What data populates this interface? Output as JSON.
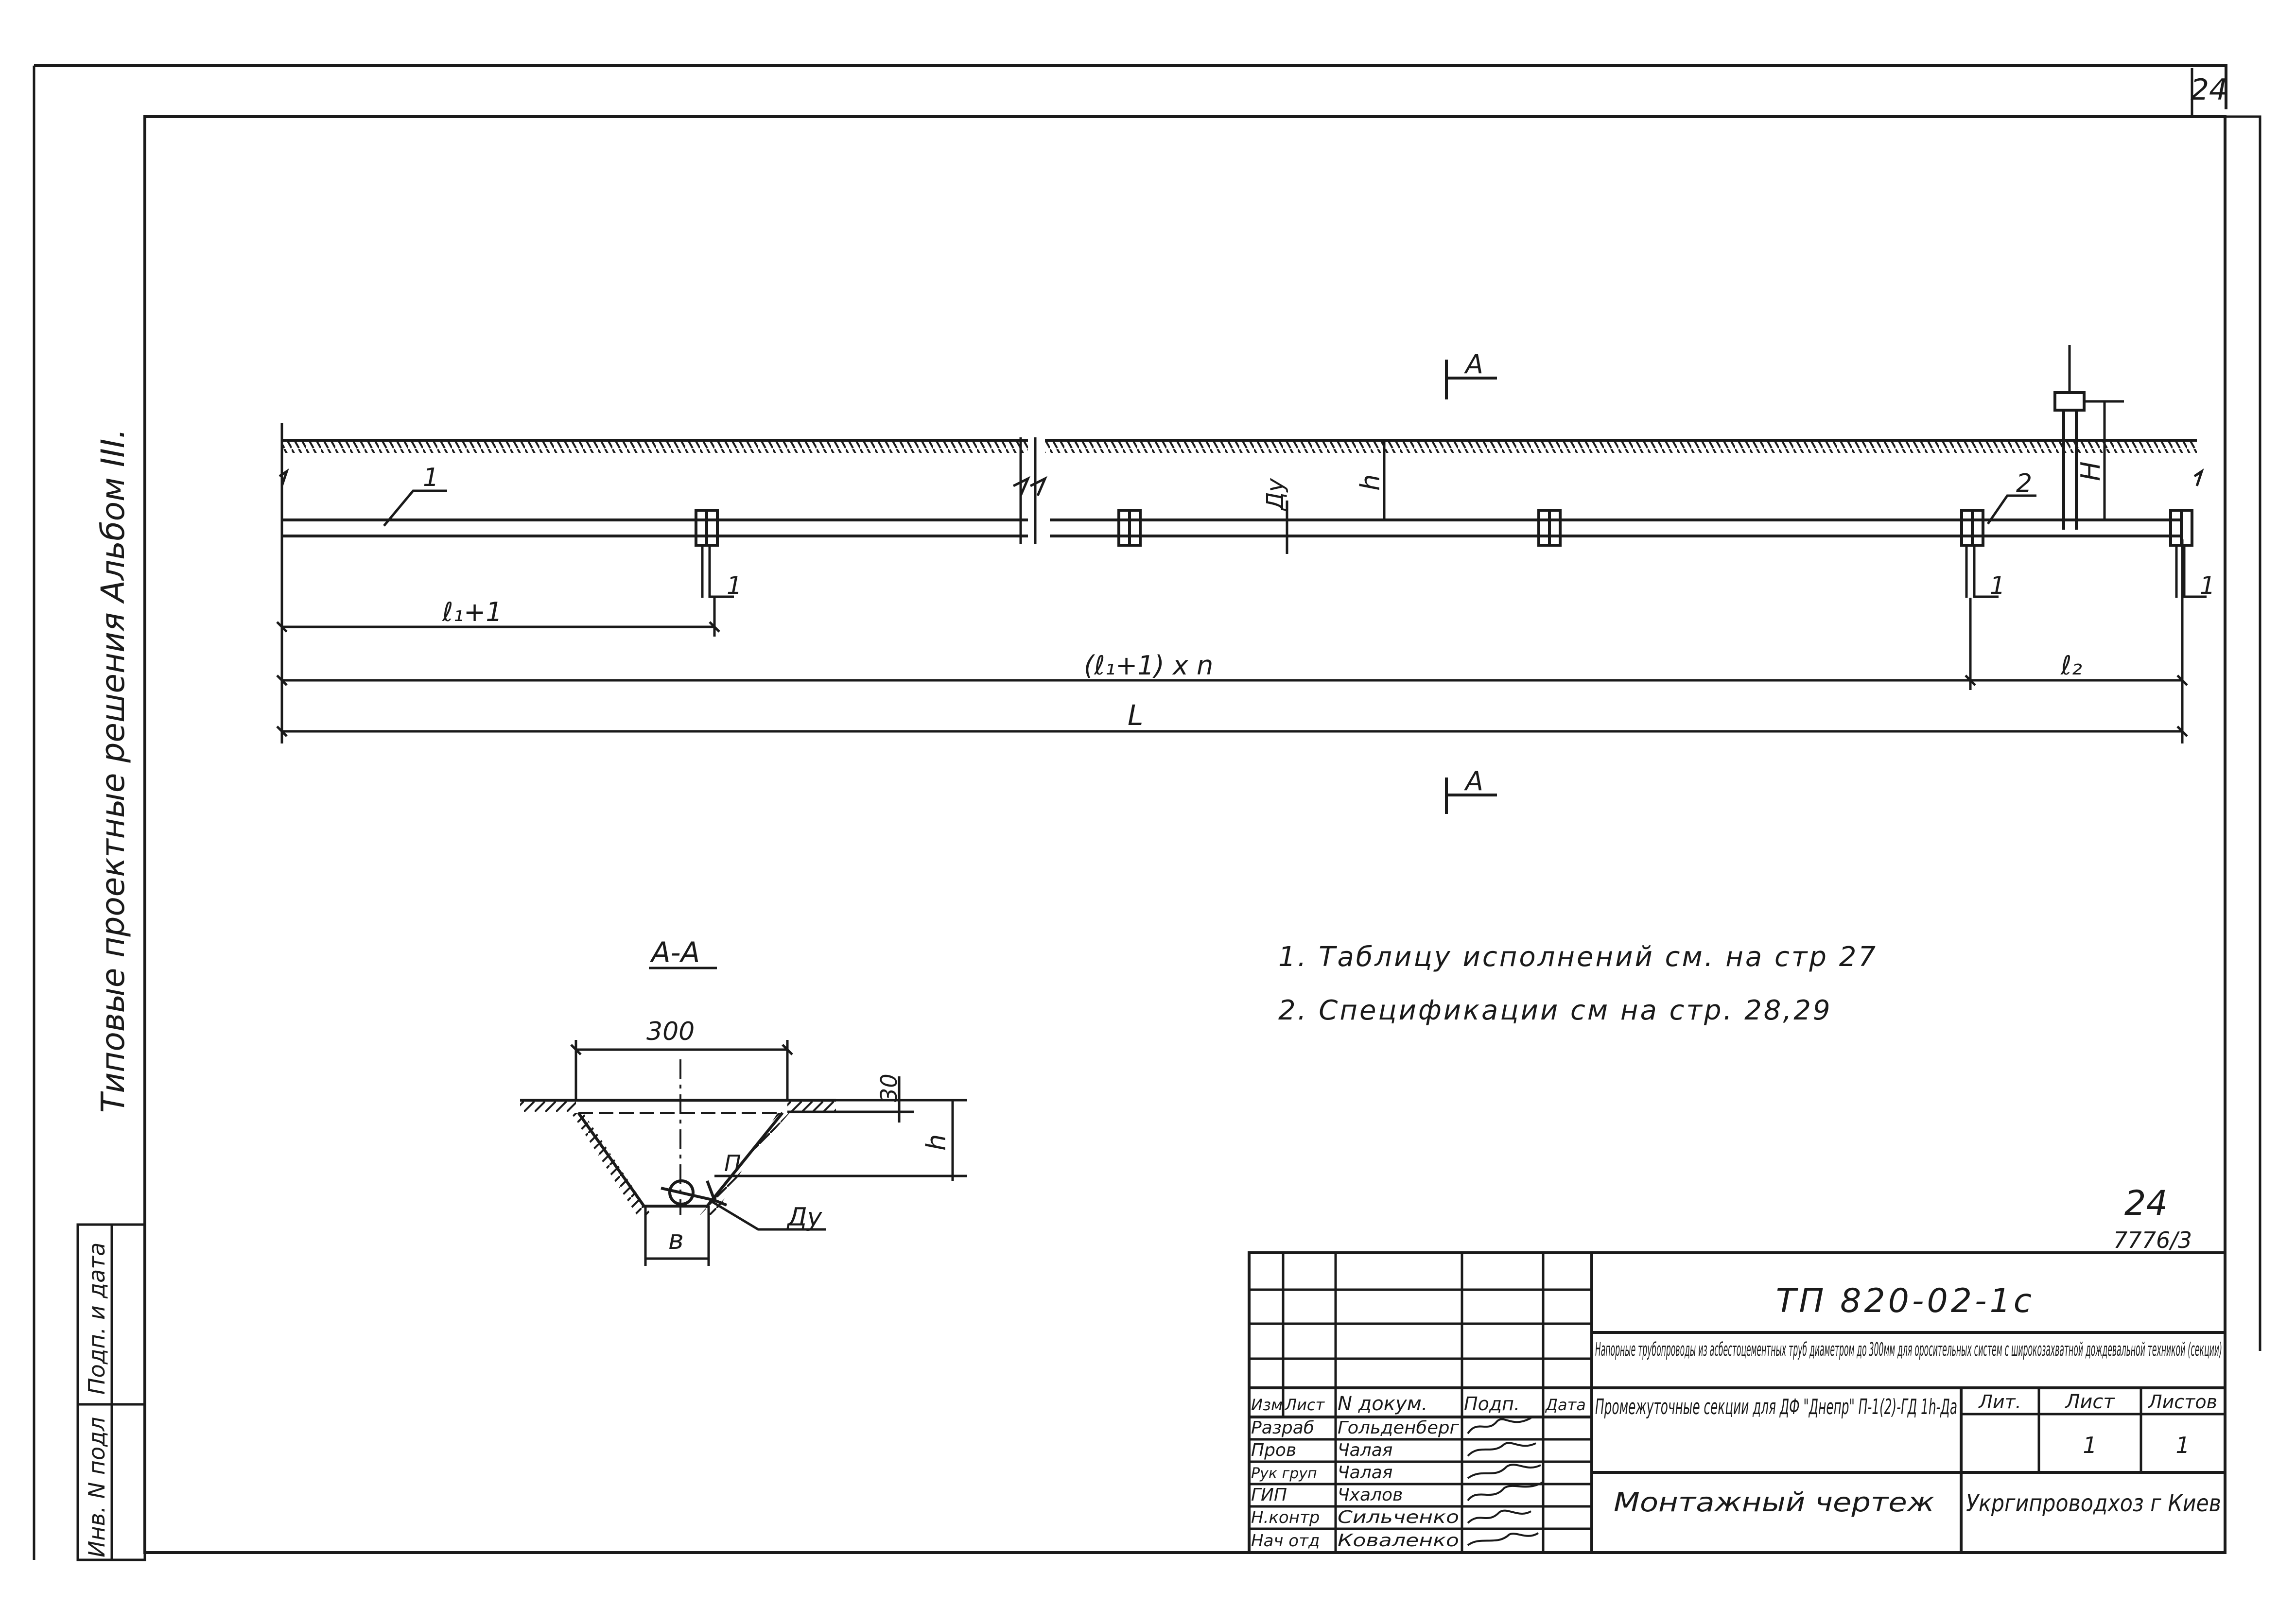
{
  "sheet": {
    "corner_number": "24",
    "left_margin_text": "Типовые проектные решения  Альбом III."
  },
  "margin_table": {
    "cells": [
      "Подп. и дата",
      "Инв. N подл"
    ]
  },
  "plan": {
    "section_mark": "A",
    "labels": {
      "pos1_pipe": "1",
      "pos2": "2",
      "du": "Ду",
      "h": "h",
      "H": "H",
      "support_1": "1",
      "l1_plus_1": "ℓ₁+1",
      "series": "(ℓ₁+1) x n",
      "l2": "ℓ₂",
      "L": "L"
    }
  },
  "section": {
    "title": "A-A",
    "width": "300",
    "depth": "30",
    "h": "h",
    "pos": "П",
    "b": "в",
    "du": "Ду"
  },
  "notes": [
    "1. Таблицу исполнений см. на стр 27",
    "2. Спецификации см на стр. 28,29"
  ],
  "sheet_marks": {
    "page": "24",
    "order": "7776/3"
  },
  "title_block": {
    "code": "ТП 820-02-1с",
    "project_title": "Напорные трубопроводы из асбестоцементных труб диаметром до 300мм для оросительных систем с широкозахватной дождевальной техникой (секции)",
    "drawing_name": "Промежуточные секции для ДФ \"Днепр\" П-1(2)-ГД 1h-Да",
    "sheet_type": "Монтажный чертеж",
    "organization": "Укргипроводхоз г Киев",
    "columns": [
      "Изм",
      "Лист",
      "N докум.",
      "Подп.",
      "Дата"
    ],
    "stage_headers": [
      "Лит.",
      "Лист",
      "Листов"
    ],
    "stage_values": [
      "",
      "1",
      "1"
    ],
    "signers": [
      {
        "role": "Разраб",
        "name": "Гольденберг"
      },
      {
        "role": "Пров",
        "name": "Чалая"
      },
      {
        "role": "Рук груп",
        "name": "Чалая"
      },
      {
        "role": "ГИП",
        "name": "Чхалов"
      },
      {
        "role": "Н.контр",
        "name": "Сильченко"
      },
      {
        "role": "Нач отд",
        "name": "Коваленко"
      }
    ]
  }
}
